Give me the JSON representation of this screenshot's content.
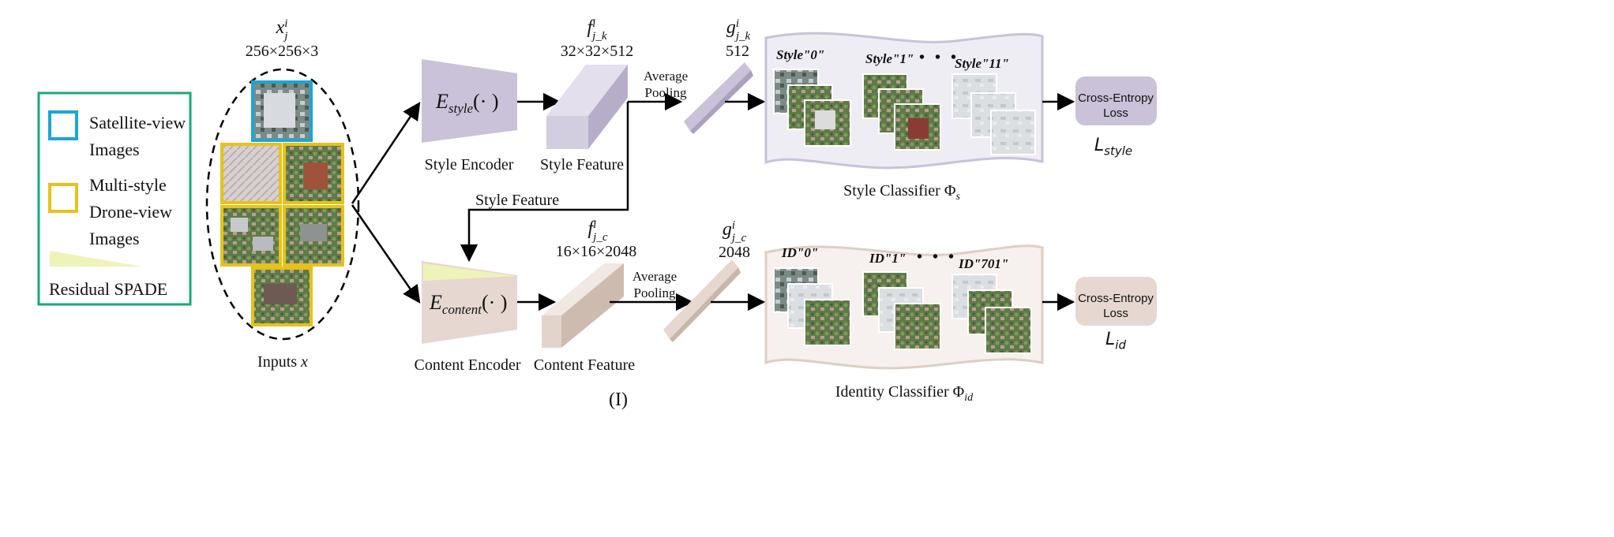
{
  "legend": {
    "satellite": "Satellite-view\nImages",
    "drone": "Multi-style\nDrone-view\nImages",
    "spade": "Residual SPADE"
  },
  "input": {
    "symbol": "x",
    "sup": "i",
    "sub": "j",
    "dims": "256×256×3",
    "caption_prefix": "Inputs",
    "caption_var": "x"
  },
  "style_branch": {
    "encoder_label": "Style Encoder",
    "encoder_symbol": "E",
    "encoder_sub": "style",
    "encoder_arg": "(· )",
    "feature_label": "Style Feature",
    "f_symbol": "f",
    "f_sup": "i",
    "f_sub": "j_k",
    "f_dims": "32×32×512",
    "pool_label": "Average\nPooling",
    "g_symbol": "g",
    "g_sup": "i",
    "g_sub": "j_k",
    "g_dims": "512",
    "classes": [
      "Style\"0\"",
      "Style\"1\"",
      "Style\"11\""
    ],
    "ellipsis": "• • •",
    "classifier_label": "Style Classifier Φ",
    "classifier_sub": "s",
    "loss_label": "Cross-Entropy\nLoss",
    "loss_symbol": "L",
    "loss_sub": "style"
  },
  "link_label": "Style Feature",
  "content_branch": {
    "encoder_label": "Content Encoder",
    "encoder_symbol": "E",
    "encoder_sub": "content",
    "encoder_arg": "(· )",
    "feature_label": "Content Feature",
    "f_symbol": "f",
    "f_sup": "i",
    "f_sub": "j_c",
    "f_dims": "16×16×2048",
    "pool_label": "Average\nPooling",
    "g_symbol": "g",
    "g_sup": "i",
    "g_sub": "j_c",
    "g_dims": "2048",
    "classes": [
      "ID\"0\"",
      "ID\"1\"",
      "ID\"701\""
    ],
    "ellipsis": "• • •",
    "classifier_label": "Identity Classifier Φ",
    "classifier_sub": "id",
    "loss_label": "Cross-Entropy\nLoss",
    "loss_symbol": "L",
    "loss_sub": "id"
  },
  "figure_label": "(I)",
  "colors": {
    "legend_border": "#1aa87a",
    "satellite_border": "#1ba6d6",
    "drone_border": "#e6c21a",
    "spade_fill": "#eef3b8",
    "style_fill": "#c9c2d8",
    "style_fill_dark": "#a9a1bd",
    "content_fill": "#e6d8d0",
    "content_fill_dark": "#c9b6ab",
    "panel_style_fill": "#efedf4",
    "panel_style_stroke": "#c9c2d8",
    "panel_content_fill": "#f6f0ee",
    "panel_content_stroke": "#ddcfc6"
  }
}
